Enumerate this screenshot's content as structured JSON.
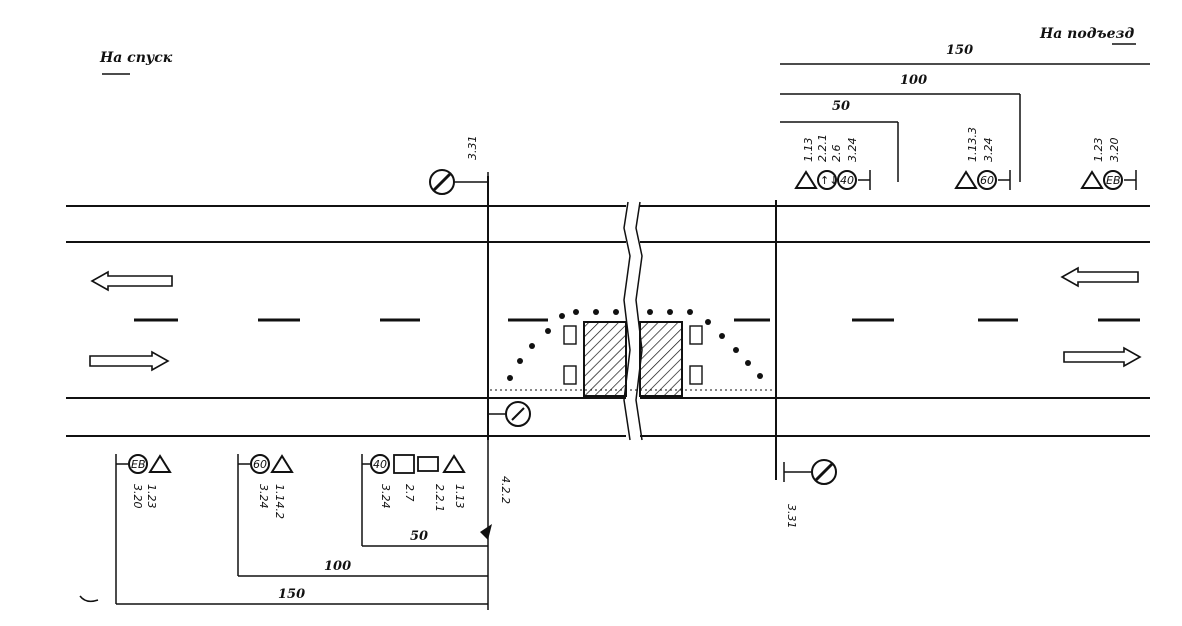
{
  "captions": {
    "left_direction": "На спуск",
    "right_direction": "На подъезд"
  },
  "dimensions": {
    "right_150": "150",
    "right_100": "100",
    "right_50": "50",
    "left_50": "50",
    "left_100": "100",
    "left_150": "150"
  },
  "sign_labels": {
    "top_left_sign": "3.31",
    "top_right_near_a": "1.13",
    "top_right_near_b": "2.2.1",
    "top_right_near_c": "2.6",
    "top_right_near_d": "3.24",
    "top_right_mid_a": "1.13.3",
    "top_right_mid_b": "3.24",
    "top_right_far_a": "1.23",
    "top_right_far_b": "3.20",
    "bottom_left_far_a": "1.23",
    "bottom_left_far_b": "3.20",
    "bottom_left_mid_a": "1.14.2",
    "bottom_left_mid_b": "3.24",
    "bottom_left_near_a": "1.13",
    "bottom_left_near_b": "2.2.1",
    "bottom_left_near_c": "2.7",
    "bottom_left_near_d": "3.24",
    "bottom_mid_sign": "4.2.2",
    "bottom_right_sign": "3.31"
  },
  "sign_glyphs": {
    "speed_40": "40",
    "speed_60": "60",
    "overtake": "ЕВ",
    "priority": "↑↓"
  },
  "colors": {
    "ink": "#111111",
    "paper": "#ffffff"
  }
}
